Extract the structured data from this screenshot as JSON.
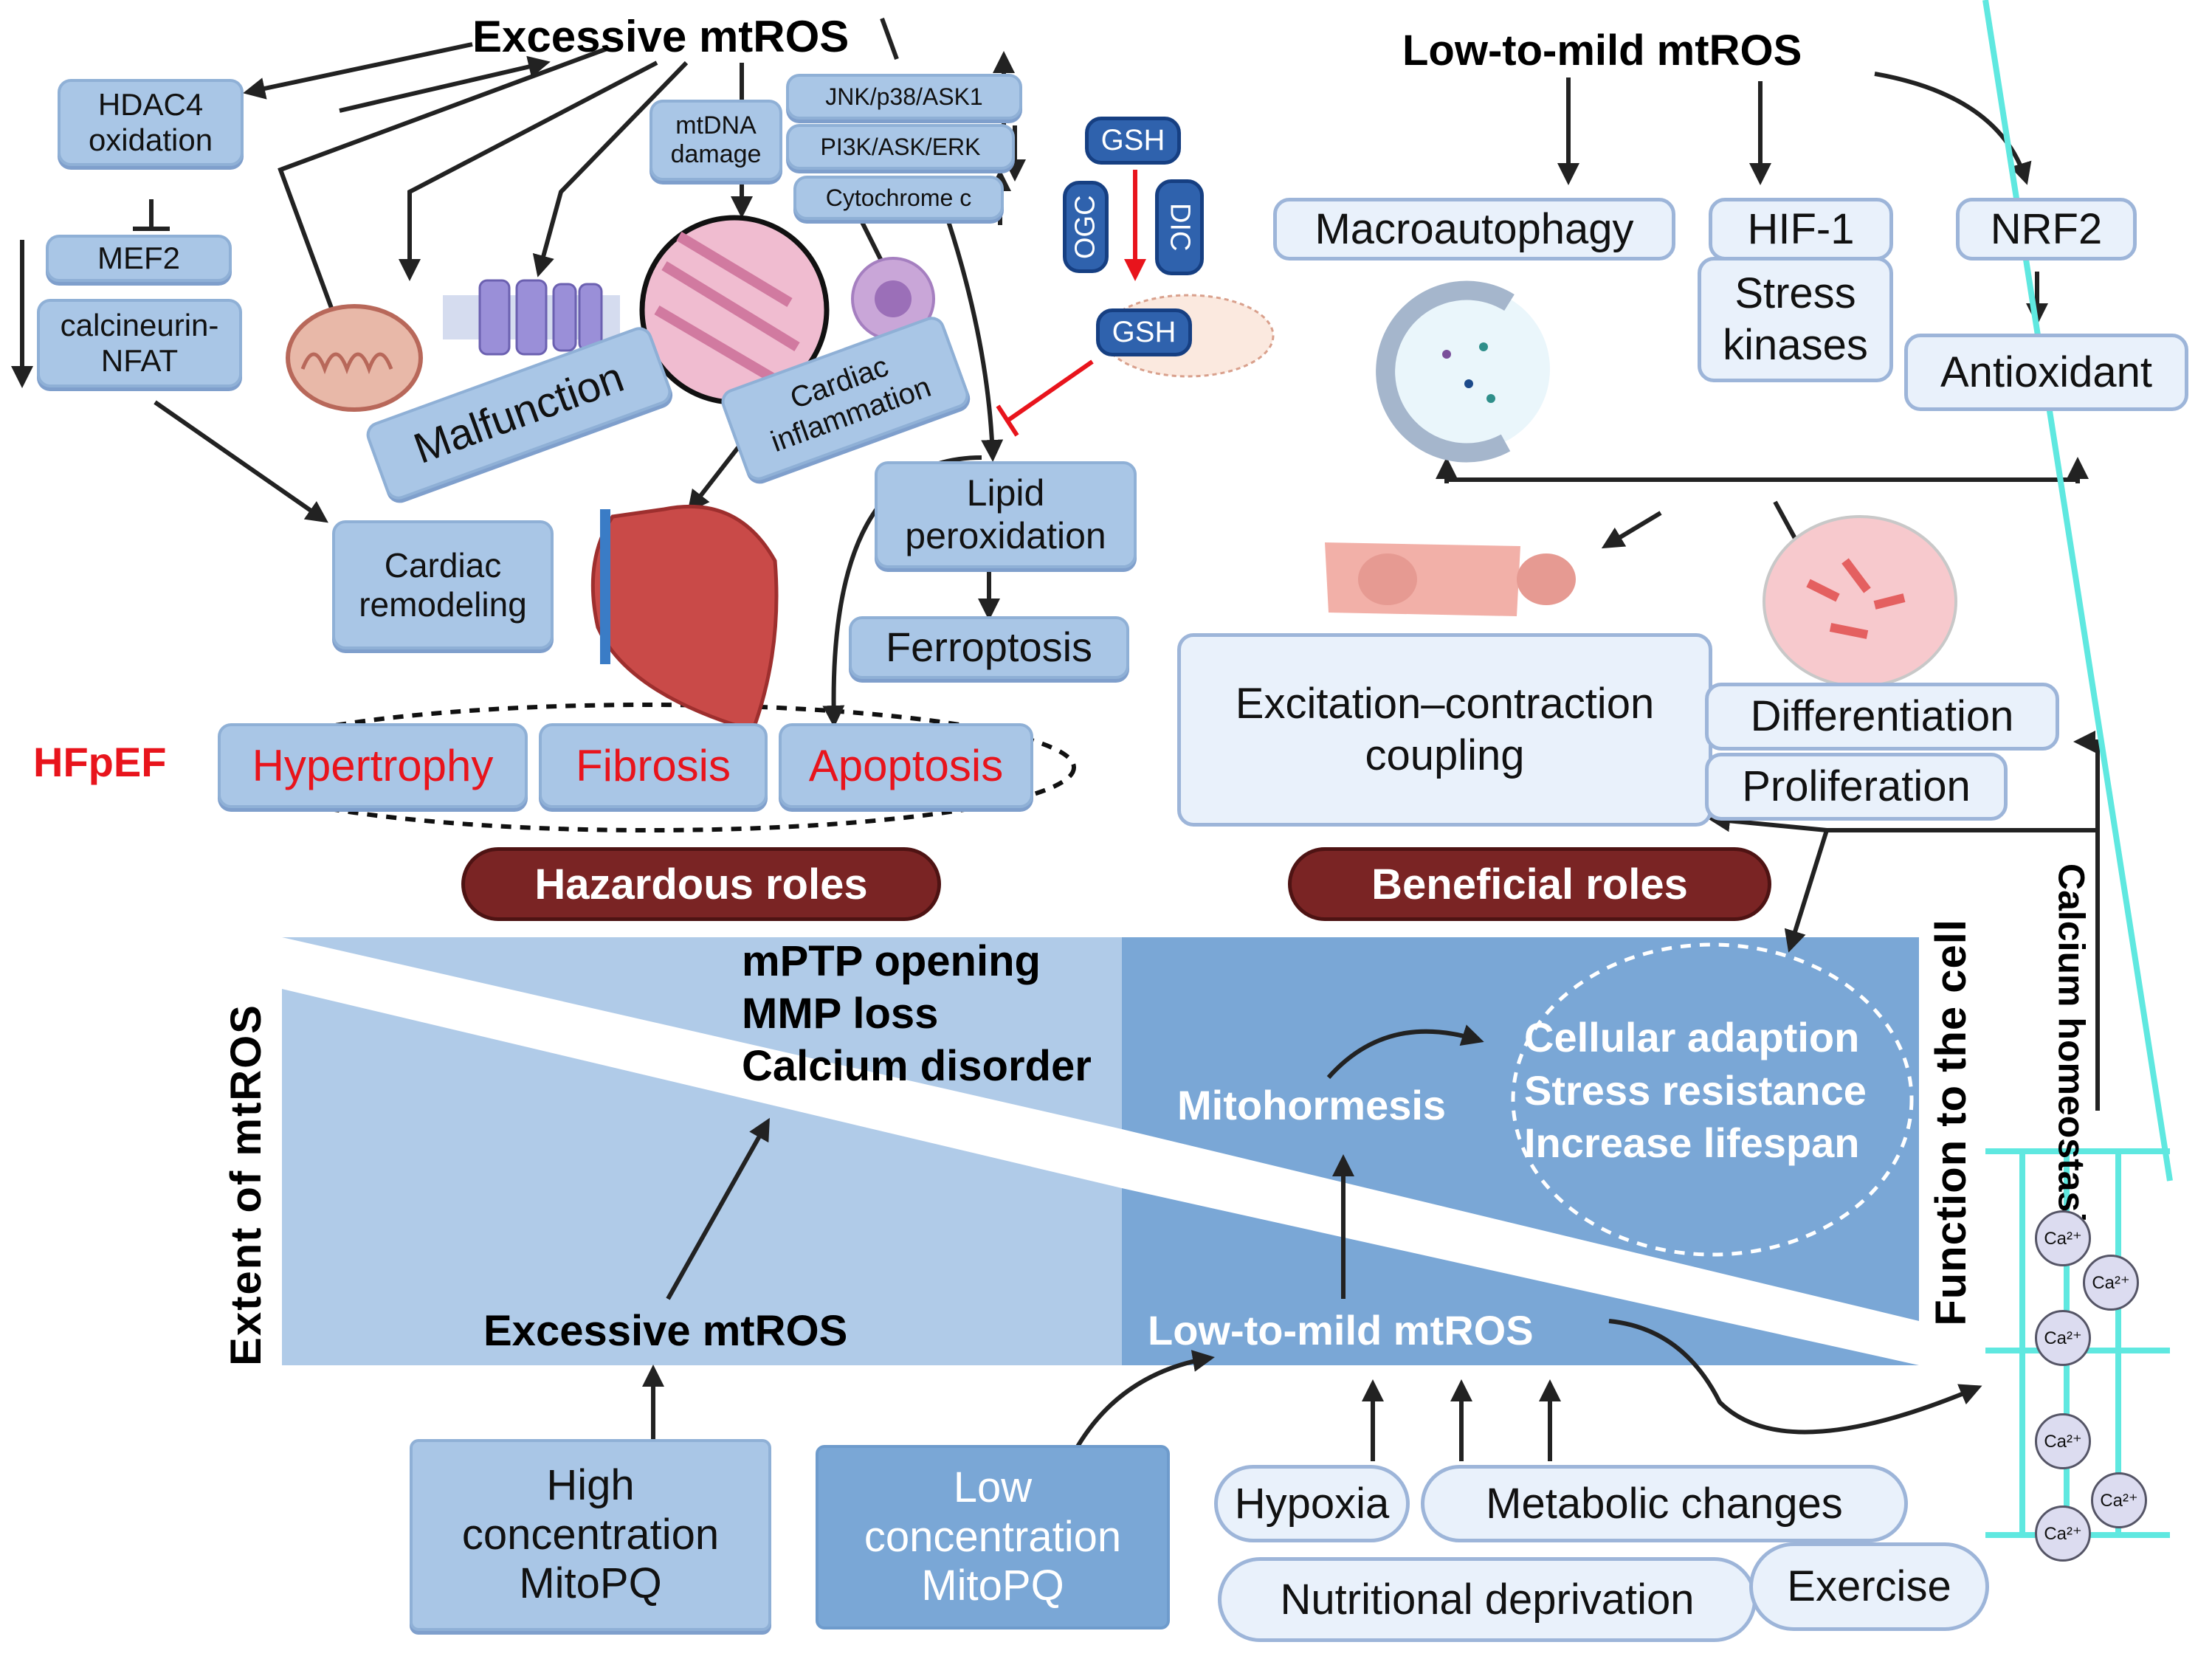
{
  "hazardous": {
    "title": "Excessive mtROS",
    "hdac4": "HDAC4 oxidation",
    "mef2": "MEF2",
    "calcineurin": "calcineurin-NFAT",
    "mtdna": "mtDNA damage",
    "pathways": [
      "JNK/p38/ASK1",
      "PI3K/ASK/ERK",
      "Cytochrome c"
    ],
    "malfunction": "Malfunction",
    "inflammation": "Cardiac inflammation",
    "remodeling": "Cardiac remodeling",
    "lipid": "Lipid peroxidation",
    "ferroptosis": "Ferroptosis",
    "gsh_top": "GSH",
    "gsh_mito": "GSH",
    "ogc": "OGC",
    "dic": "DIC",
    "hfpef": "HFpEF",
    "outcomes": [
      "Hypertrophy",
      "Fibrosis",
      "Apoptosis"
    ],
    "roles_label": "Hazardous roles"
  },
  "beneficial": {
    "title": "Low-to-mild mtROS",
    "macroautophagy": "Macroautophagy",
    "hif1": "HIF-1",
    "stress_kinases": "Stress kinases",
    "nrf2": "NRF2",
    "antioxidant": "Antioxidant",
    "ecc": "Excitation–contraction coupling",
    "differentiation": "Differentiation",
    "proliferation": "Proliferation",
    "roles_label": "Beneficial roles",
    "calcium_homeostasis": "Calcium homeostasis",
    "ca_ions": [
      "Ca²⁺",
      "Ca²⁺",
      "Ca²⁺",
      "Ca²⁺",
      "Ca²⁺",
      "Ca²⁺"
    ]
  },
  "gradient": {
    "y_axis": "Extent of mtROS",
    "right_axis": "Function to the cell",
    "hazard_effects": [
      "mPTP opening",
      "MMP loss",
      "Calcium disorder"
    ],
    "excessive_label": "Excessive mtROS",
    "low_label": "Low-to-mild mtROS",
    "mitohormesis": "Mitohormesis",
    "benefits": [
      "Cellular adaption",
      "Stress resistance",
      "Increase lifespan"
    ]
  },
  "inputs": {
    "high_mitopq": "High concentration MitoPQ",
    "low_mitopq": "Low concentration MitoPQ",
    "stimuli": [
      "Hypoxia",
      "Metabolic changes",
      "Nutritional deprivation",
      "Exercise"
    ]
  },
  "colors": {
    "light_blue": "#a9c6e6",
    "mid_blue": "#7aa7d6",
    "dark_red": "#7a2424",
    "hfpef_red": "#e8141c",
    "gsh_blue": "#2f62ad",
    "calcium_cyan": "#5fe8e0"
  }
}
